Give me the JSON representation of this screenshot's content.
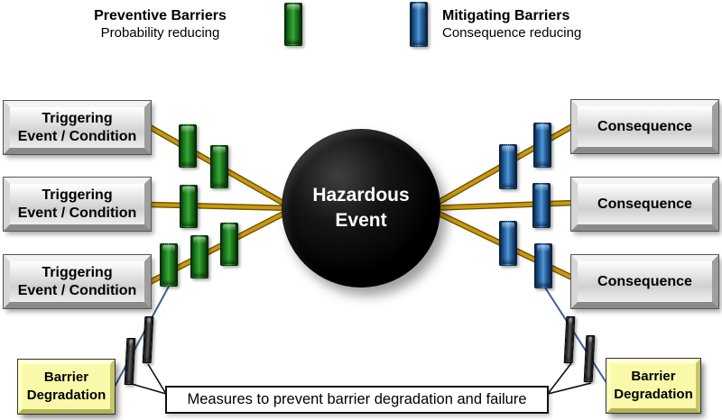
{
  "legend": {
    "preventive_title": "Preventive Barriers",
    "preventive_subtitle": "Probability reducing",
    "mitigating_title": "Mitigating Barriers",
    "mitigating_subtitle": "Consequence reducing"
  },
  "triggers": [
    {
      "line1": "Triggering",
      "line2": "Event / Condition"
    },
    {
      "line1": "Triggering",
      "line2": "Event / Condition"
    },
    {
      "line1": "Triggering",
      "line2": "Event / Condition"
    }
  ],
  "hazard": {
    "line1": "Hazardous",
    "line2": "Event"
  },
  "consequences": [
    {
      "label": "Consequence"
    },
    {
      "label": "Consequence"
    },
    {
      "label": "Consequence"
    }
  ],
  "degradation_left": {
    "line1": "Barrier",
    "line2": "Degradation"
  },
  "degradation_right": {
    "line1": "Barrier",
    "line2": "Degradation"
  },
  "measures_label": "Measures to prevent barrier degradation and failure",
  "colors": {
    "event_line": "#c9980e",
    "hazard_fill": "#000000",
    "preventive_barrier": "#1e7d1e",
    "mitigating_barrier": "#2e6da4",
    "failed_barrier": "#3d3d3d",
    "degradation_box": "#f9f9a9",
    "degradation_link": "#3c5f91"
  }
}
